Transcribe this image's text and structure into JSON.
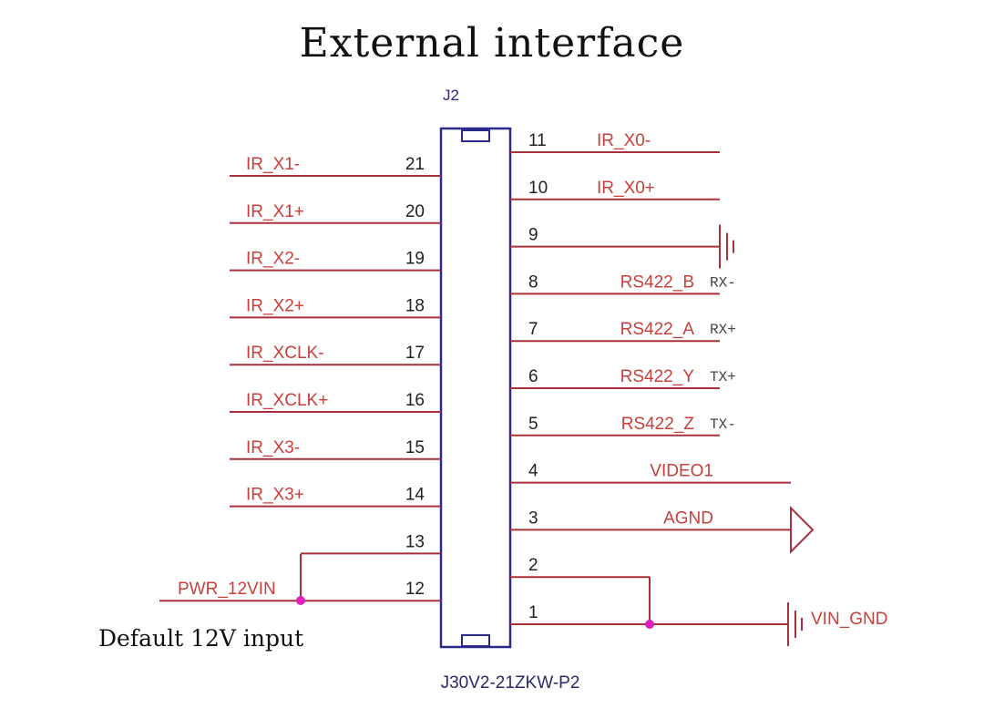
{
  "title": "External interface",
  "note": "Default 12V input",
  "connector": {
    "ref": "J2",
    "part": "J30V2-21ZKW-P2",
    "left_pins": [
      {
        "pin": "21",
        "net": "IR_X1-"
      },
      {
        "pin": "20",
        "net": "IR_X1+"
      },
      {
        "pin": "19",
        "net": "IR_X2-"
      },
      {
        "pin": "18",
        "net": "IR_X2+"
      },
      {
        "pin": "17",
        "net": "IR_XCLK-"
      },
      {
        "pin": "16",
        "net": "IR_XCLK+"
      },
      {
        "pin": "15",
        "net": "IR_X3-"
      },
      {
        "pin": "14",
        "net": "IR_X3+"
      },
      {
        "pin": "13",
        "net": ""
      },
      {
        "pin": "12",
        "net": "PWR_12VIN"
      }
    ],
    "right_pins": [
      {
        "pin": "11",
        "net": "IR_X0-",
        "note": ""
      },
      {
        "pin": "10",
        "net": "IR_X0+",
        "note": ""
      },
      {
        "pin": "9",
        "net": "",
        "note": "",
        "symbol": "ground"
      },
      {
        "pin": "8",
        "net": "RS422_B",
        "note": "RX-"
      },
      {
        "pin": "7",
        "net": "RS422_A",
        "note": "RX+"
      },
      {
        "pin": "6",
        "net": "RS422_Y",
        "note": "TX+"
      },
      {
        "pin": "5",
        "net": "RS422_Z",
        "note": "TX-"
      },
      {
        "pin": "4",
        "net": "VIDEO1",
        "note": ""
      },
      {
        "pin": "3",
        "net": "AGND",
        "note": "",
        "symbol": "triangle"
      },
      {
        "pin": "2",
        "net": "",
        "note": ""
      },
      {
        "pin": "1",
        "net": "VIN_GND",
        "note": "",
        "symbol": "ground"
      }
    ]
  },
  "colors": {
    "wire": "#a8303c",
    "label": "#c8403c",
    "body": "#2a2a8a",
    "junction": "#e020c0",
    "pin": "#222222"
  }
}
